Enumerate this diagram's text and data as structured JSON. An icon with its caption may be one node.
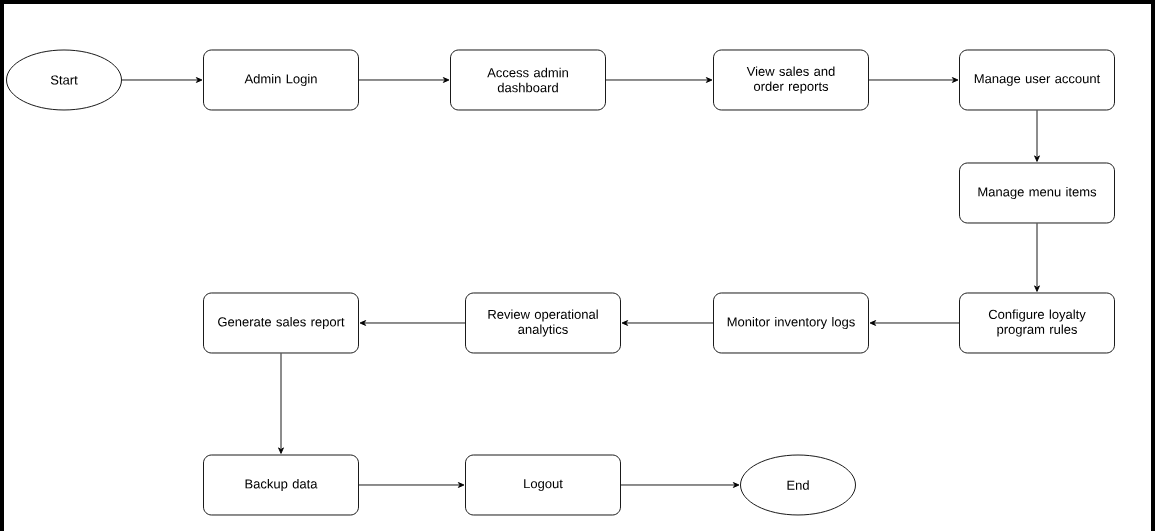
{
  "diagram": {
    "nodes": [
      {
        "text": [
          "Start"
        ]
      },
      {
        "text": [
          "Admin Login"
        ]
      },
      {
        "text": [
          "Access admin dashboard"
        ]
      },
      {
        "text": [
          "View sales and order reports"
        ]
      },
      {
        "text": [
          "Manage user account"
        ]
      },
      {
        "text": [
          "Manage menu items"
        ]
      },
      {
        "text": [
          "Configure loyalty program rules"
        ]
      },
      {
        "text": [
          "Monitor inventory logs"
        ]
      },
      {
        "text": [
          "Review operational analytics"
        ]
      },
      {
        "text": [
          "Generate sales report"
        ]
      },
      {
        "text": [
          "Backup data"
        ]
      },
      {
        "text": [
          "Logout"
        ]
      },
      {
        "text": [
          "End"
        ]
      }
    ],
    "edges": [
      {
        "from": 0,
        "to": 1,
        "arrow": "to"
      },
      {
        "from": 1,
        "to": 2,
        "arrow": "to"
      },
      {
        "from": 2,
        "to": 3,
        "arrow": "to"
      },
      {
        "from": 3,
        "to": 4,
        "arrow": "to"
      },
      {
        "from": 4,
        "to": 5,
        "arrow": "to"
      },
      {
        "from": 5,
        "to": 6,
        "arrow": "to"
      },
      {
        "from": 6,
        "to": 7,
        "arrow": "to"
      },
      {
        "from": 7,
        "to": 8,
        "arrow": "to"
      },
      {
        "from": 8,
        "to": 9,
        "arrow": "to"
      },
      {
        "from": 9,
        "to": 10,
        "arrow": "to"
      },
      {
        "from": 10,
        "to": 11,
        "arrow": "to"
      },
      {
        "from": 11,
        "to": 12,
        "arrow": "to"
      }
    ]
  }
}
